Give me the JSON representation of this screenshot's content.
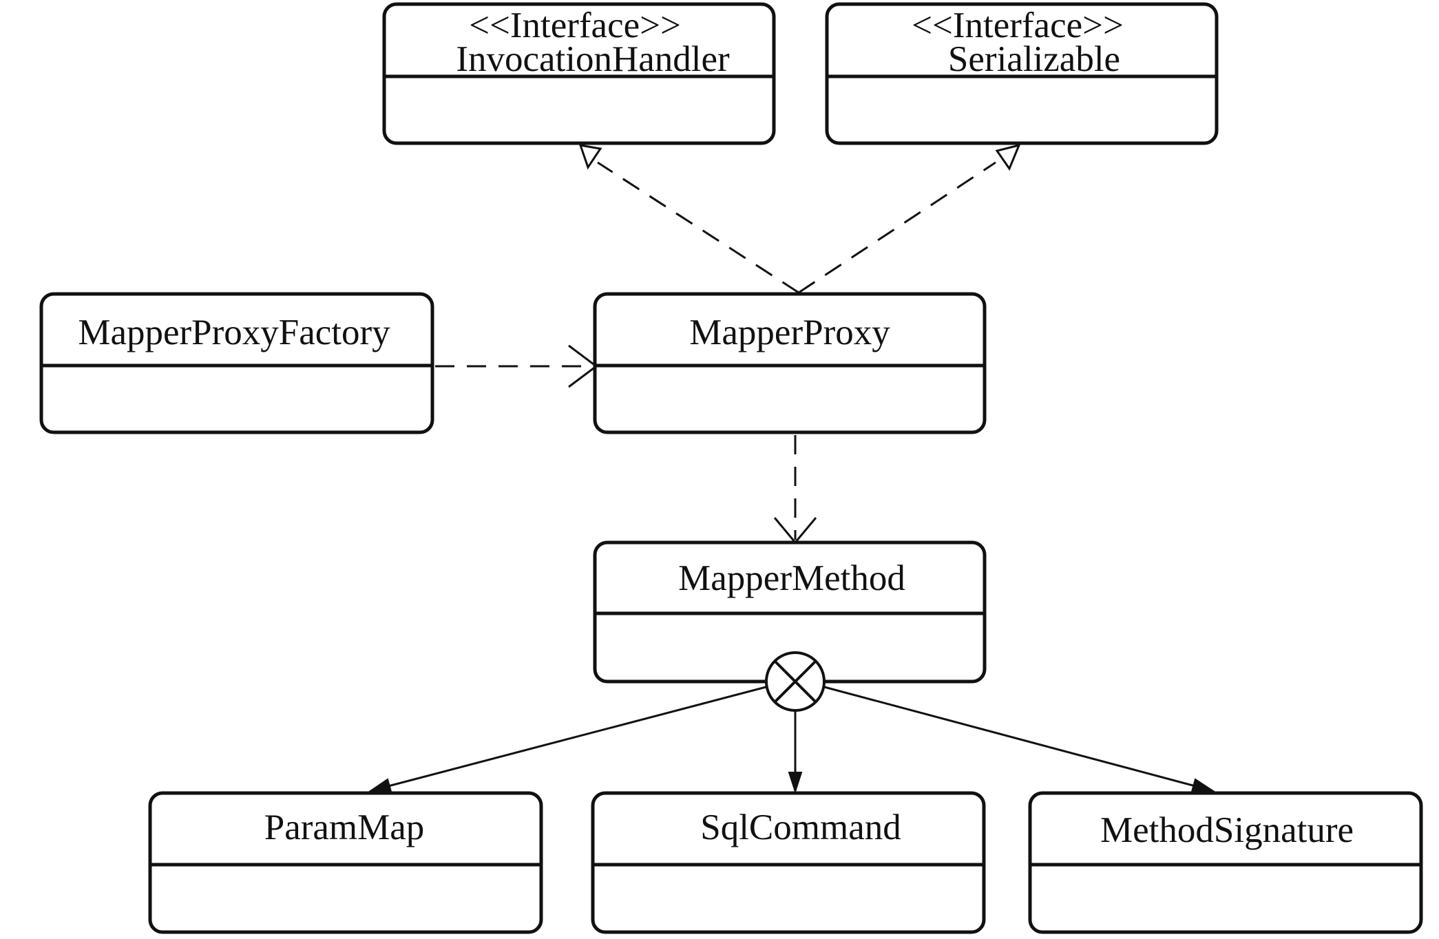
{
  "diagram": {
    "classes": {
      "invocation_handler": {
        "stereotype": "<<Interface>>",
        "name": "InvocationHandler"
      },
      "serializable": {
        "stereotype": "<<Interface>>",
        "name": "Serializable"
      },
      "mapper_proxy_factory": {
        "name": "MapperProxyFactory"
      },
      "mapper_proxy": {
        "name": "MapperProxy"
      },
      "mapper_method": {
        "name": "MapperMethod"
      },
      "param_map": {
        "name": "ParamMap"
      },
      "sql_command": {
        "name": "SqlCommand"
      },
      "method_signature": {
        "name": "MethodSignature"
      }
    },
    "relationships": [
      {
        "from": "MapperProxy",
        "to": "InvocationHandler",
        "type": "realization"
      },
      {
        "from": "MapperProxy",
        "to": "Serializable",
        "type": "realization"
      },
      {
        "from": "MapperProxyFactory",
        "to": "MapperProxy",
        "type": "dependency"
      },
      {
        "from": "MapperProxy",
        "to": "MapperMethod",
        "type": "dependency"
      },
      {
        "from": "MapperMethod",
        "to": "ParamMap",
        "type": "nested"
      },
      {
        "from": "MapperMethod",
        "to": "SqlCommand",
        "type": "nested"
      },
      {
        "from": "MapperMethod",
        "to": "MethodSignature",
        "type": "nested"
      }
    ]
  }
}
